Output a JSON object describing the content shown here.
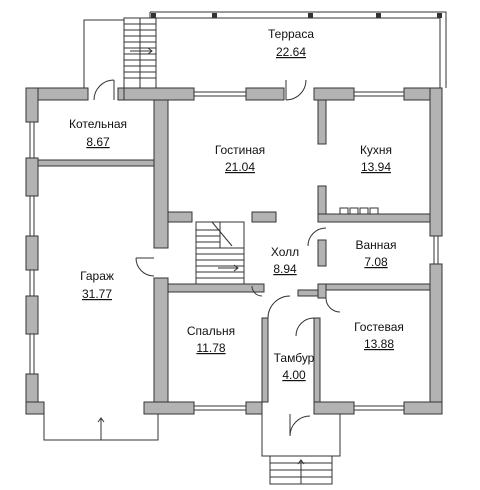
{
  "plan": {
    "wall_color": "#b3b3b3",
    "line_color": "#333333",
    "rooms": {
      "terrace": {
        "name": "Терраса",
        "area": "22.64"
      },
      "boiler": {
        "name": "Котельная",
        "area": "8.67"
      },
      "living": {
        "name": "Гостиная",
        "area": "21.04"
      },
      "kitchen": {
        "name": "Кухня",
        "area": "13.94"
      },
      "garage": {
        "name": "Гараж",
        "area": "31.77"
      },
      "hall": {
        "name": "Холл",
        "area": "8.94"
      },
      "bathroom": {
        "name": "Ванная",
        "area": "7.08"
      },
      "bedroom": {
        "name": "Спальня",
        "area": "11.78"
      },
      "guest": {
        "name": "Гостевая",
        "area": "13.88"
      },
      "vestibule": {
        "name": "Тамбур",
        "area": "4.00"
      }
    }
  }
}
